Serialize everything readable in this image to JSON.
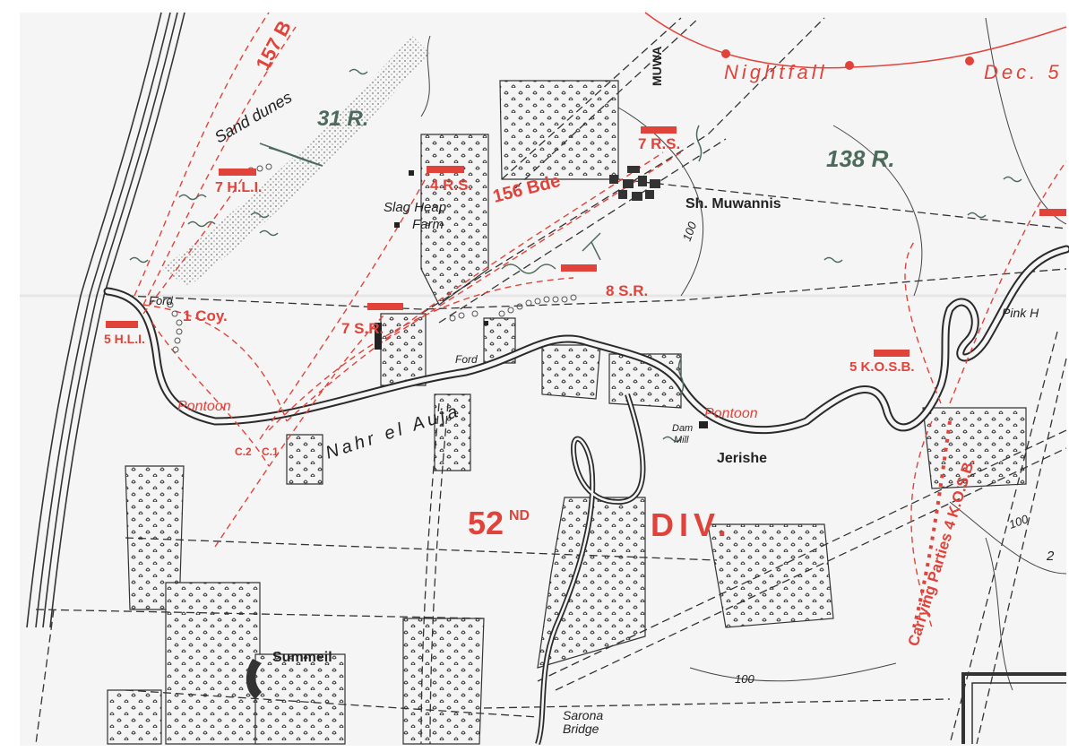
{
  "labels": {
    "bde157": "157 B",
    "sand_dunes": "Sand dunes",
    "r31": "31 R.",
    "muwa": "MUWA",
    "nightfall": "Nightfall",
    "dec": "Dec. 5",
    "rs7": "7 R.S.",
    "r138": "138 R.",
    "hli7": "7 H.L.I.",
    "rs4": "4 R.S.",
    "bde156": "156 Bde",
    "slag_heap": "Slag Heap",
    "farm": "Farm",
    "sh_muwannis": "Sh. Muwannis",
    "sr8": "8 S.R.",
    "ford1": "Ford",
    "coy1": "1 Coy.",
    "sr7": "7 S.R.",
    "hli5": "5 H.L.I.",
    "pink_h": "Pink H",
    "kosb5": "5 K.O.S.B.",
    "ford2": "Ford",
    "pontoon1": "Pontoon",
    "nahr_el_auja": "Nahr el Auja",
    "pontoon2": "Pontoon",
    "c2": "C.2",
    "c1": "C.1",
    "dam": "Dam",
    "mill": "Mill",
    "jerishe": "Jerishe",
    "div52_num": "52",
    "div52_sup": "ND",
    "div_text": "DIV.",
    "carrying_parties": "Carrying Parties 4 K.O.S.B.",
    "summeil": "Summeil",
    "sarona": "Sarona",
    "bridge": "Bridge",
    "c100a": "100",
    "c100b": "100",
    "c100c": "100",
    "c2b": "2"
  },
  "colors": {
    "troops": "#e0433a",
    "river": "#2a2a2a",
    "roads": "#333333",
    "vegetation": "#4d6b5c",
    "paper": "#f6f6f6"
  }
}
